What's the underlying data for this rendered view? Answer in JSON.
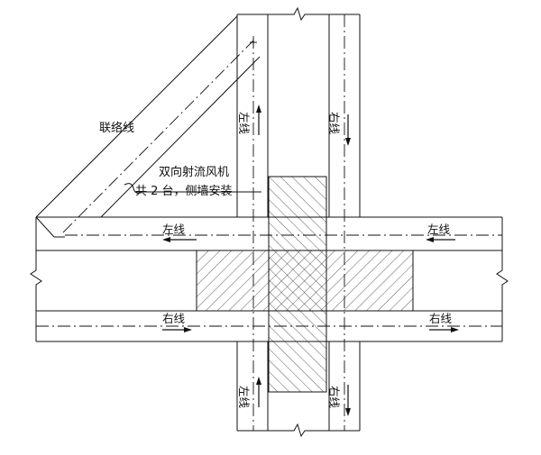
{
  "labels": {
    "link_line": "联络线",
    "fan_line1": "双向射流风机",
    "fan_line2": "共 2 台，侧墙安装",
    "left_line_upper_vertical": "左线",
    "right_line_upper_vertical": "右线",
    "left_line_lower_vertical": "左线",
    "right_line_lower_vertical": "右线",
    "left_line_horizontal_left": "左线",
    "left_line_horizontal_right": "左线",
    "right_line_horizontal_left": "右线",
    "right_line_horizontal_right": "右线"
  },
  "colors": {
    "line": "#111111",
    "hatch": "#333333",
    "background": "#ffffff"
  }
}
